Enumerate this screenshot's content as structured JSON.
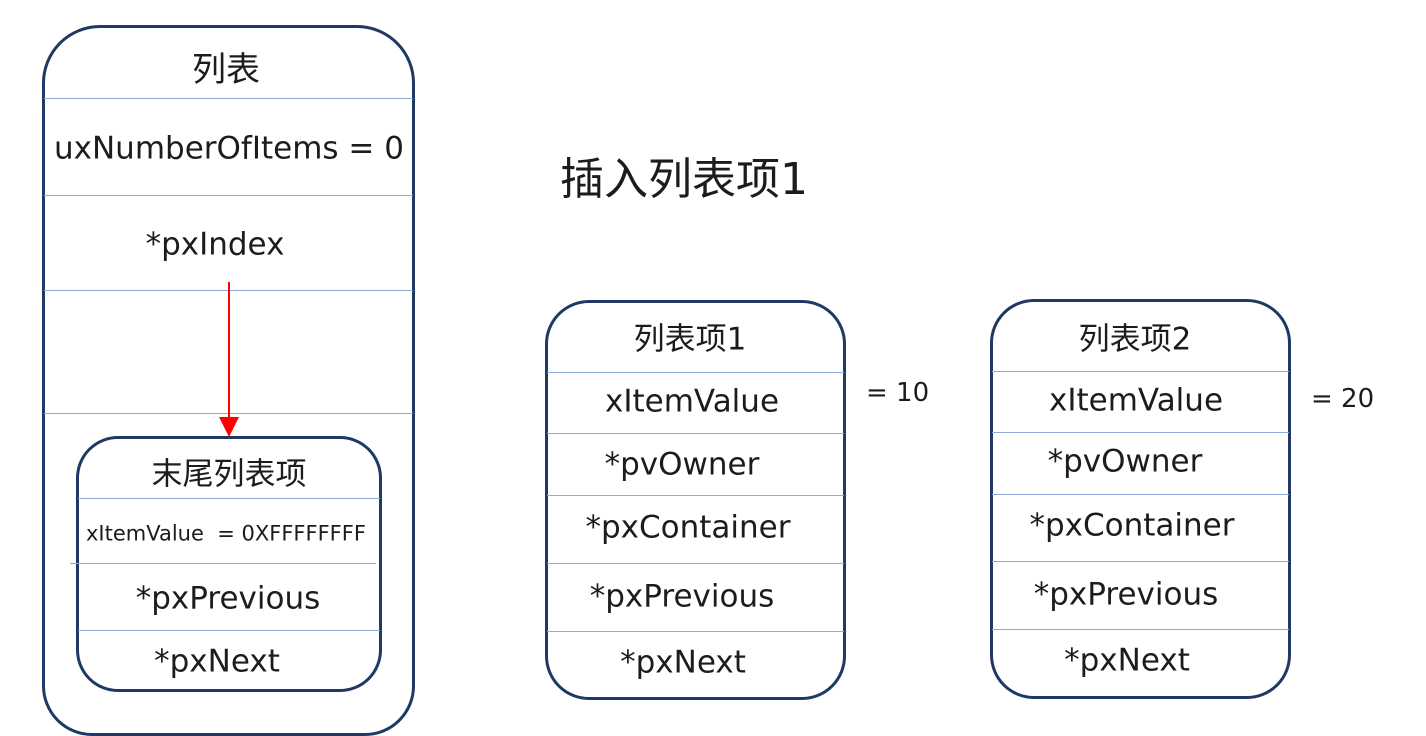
{
  "list": {
    "title": "列表",
    "count_field": "uxNumberOfItems = 0",
    "index_field": "*pxIndex"
  },
  "end_item": {
    "title": "末尾列表项",
    "value_field": "xItemValue  = 0XFFFFFFFF",
    "previous_field": "*pxPrevious",
    "next_field": "*pxNext"
  },
  "heading": "插入列表项1",
  "item1": {
    "title": "列表项1",
    "value_field": "xItemValue",
    "owner_field": "*pvOwner",
    "container_field": "*pxContainer",
    "previous_field": "*pxPrevious",
    "next_field": "*pxNext",
    "value_note": "= 10"
  },
  "item2": {
    "title": "列表项2",
    "value_field": "xItemValue",
    "owner_field": "*pvOwner",
    "container_field": "*pxContainer",
    "previous_field": "*pxPrevious",
    "next_field": "*pxNext",
    "value_note": "= 20"
  },
  "colors": {
    "border": "#1f3864",
    "divider": "#8eaadb",
    "arrow": "#ff0000"
  }
}
